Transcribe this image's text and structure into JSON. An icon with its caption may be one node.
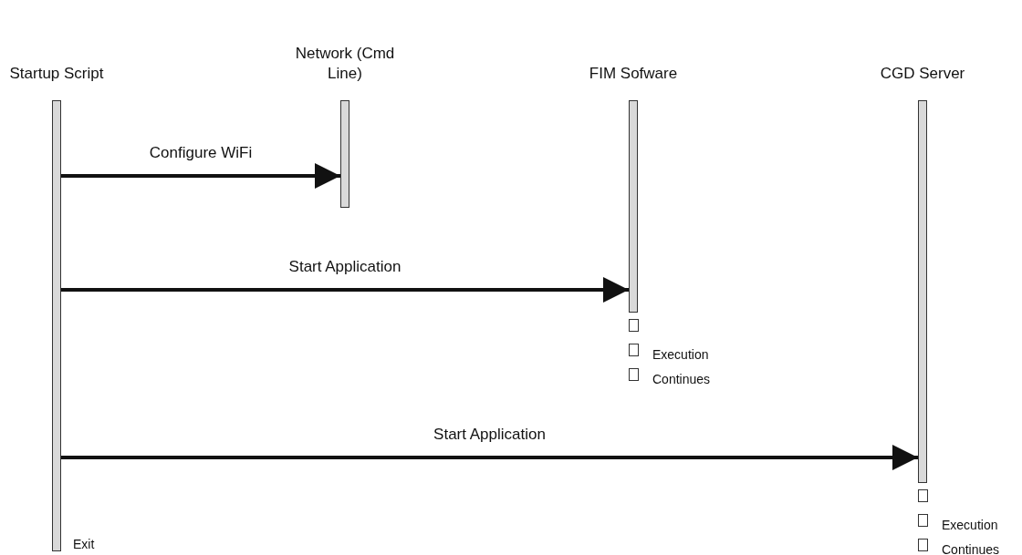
{
  "diagram": {
    "nodes": [
      {
        "text": [
          "Startup Script"
        ],
        "beside": [
          "Exit"
        ]
      },
      {
        "text": [
          "Network (Cmd Line)"
        ]
      },
      {
        "text": [
          "FIM Sofware"
        ],
        "beside": [
          "Execution Continues"
        ]
      },
      {
        "text": [
          "CGD Server"
        ],
        "beside": [
          "Execution Continues"
        ]
      }
    ],
    "edges": [
      {
        "from": 0,
        "to": 1,
        "arrow": "to",
        "label": "Configure WiFi"
      },
      {
        "from": 0,
        "to": 2,
        "arrow": "to",
        "label": "Start Application"
      },
      {
        "from": 0,
        "to": 3,
        "arrow": "to",
        "label": "Start Application"
      }
    ]
  }
}
